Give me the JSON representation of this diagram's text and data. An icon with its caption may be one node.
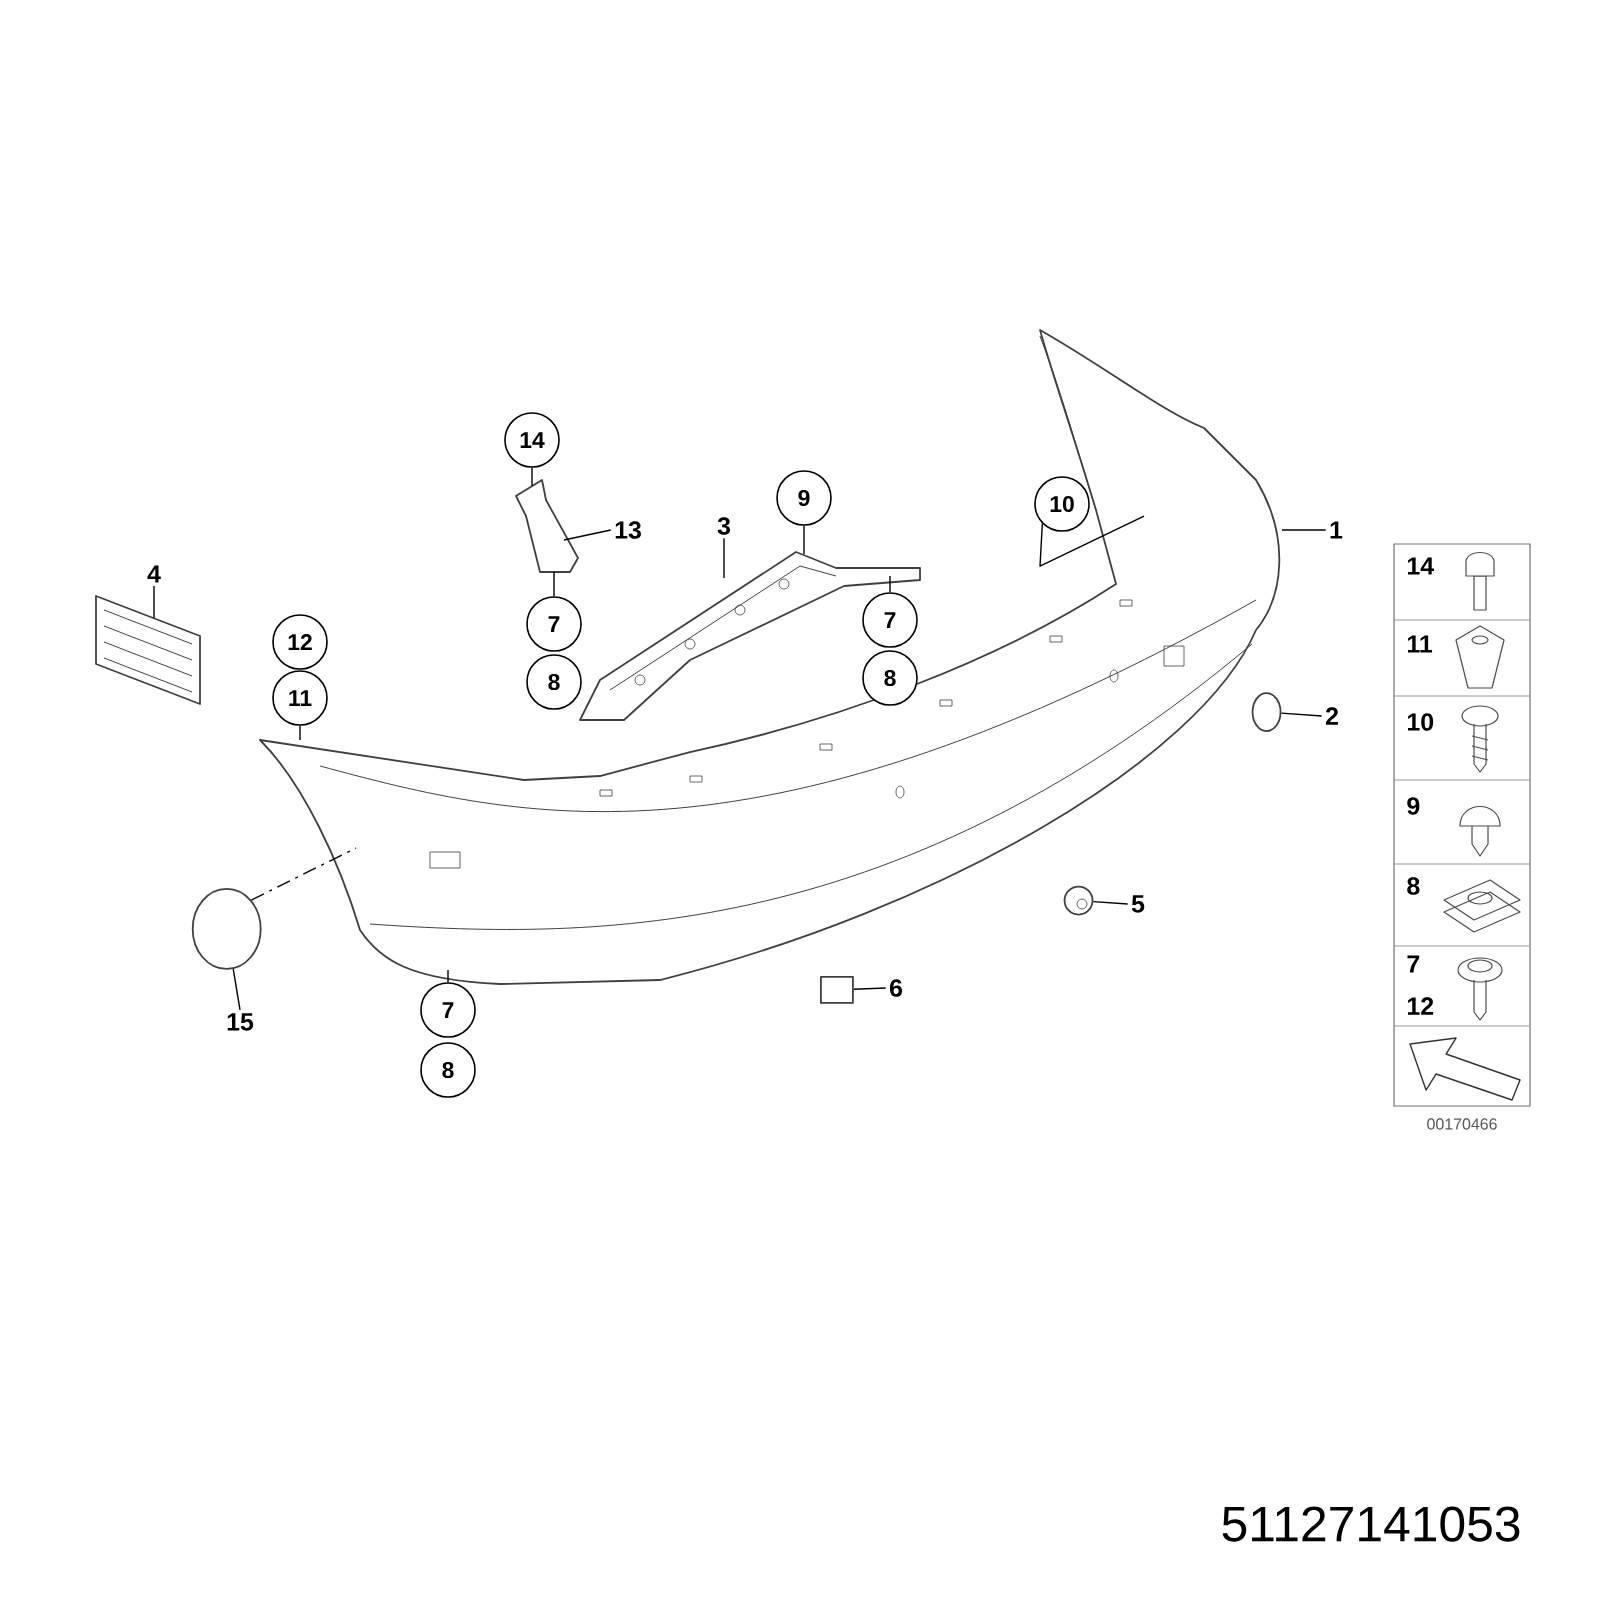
{
  "diagram": {
    "nodes": [
      {
        "text": [],
        "shape": "picture"
      },
      {
        "text": [],
        "shape": "picture"
      },
      {
        "text": [],
        "shape": "picture"
      },
      {
        "text": [],
        "shape": "picture"
      },
      {
        "text": [],
        "shape": "circle"
      },
      {
        "text": [],
        "shape": "picture"
      },
      {
        "text": [],
        "shape": "box"
      },
      {
        "text": [],
        "shape": "circle"
      },
      {
        "text": [
          "1"
        ]
      },
      {
        "text": [
          "2"
        ]
      },
      {
        "text": [
          "3"
        ]
      },
      {
        "text": [
          "4"
        ]
      },
      {
        "text": [
          "5"
        ]
      },
      {
        "text": [
          "6"
        ]
      },
      {
        "text": [
          "13"
        ]
      },
      {
        "text": [
          "15"
        ]
      },
      {
        "text": [
          "14"
        ]
      },
      {
        "text": [
          "7"
        ]
      },
      {
        "text": [
          "8"
        ]
      },
      {
        "text": [
          "12"
        ]
      },
      {
        "text": [
          "11"
        ]
      },
      {
        "text": [
          "9"
        ]
      },
      {
        "text": [
          "7"
        ]
      },
      {
        "text": [
          "8"
        ]
      },
      {
        "text": [
          "10"
        ]
      },
      {
        "text": [
          "7"
        ]
      },
      {
        "text": [
          "8"
        ]
      }
    ],
    "edges": [
      {
        "from": 8,
        "to": 0,
        "arrow": "none"
      },
      {
        "from": 9,
        "to": 4,
        "arrow": "none"
      },
      {
        "from": 10,
        "to": 3,
        "arrow": "none"
      },
      {
        "from": 11,
        "to": 1,
        "arrow": "none"
      },
      {
        "from": 12,
        "to": 5,
        "arrow": "none"
      },
      {
        "from": 13,
        "to": 6,
        "arrow": "none"
      },
      {
        "from": 14,
        "to": 2,
        "arrow": "none"
      },
      {
        "from": 15,
        "to": 7,
        "arrow": "none"
      },
      {
        "from": 16,
        "to": 2,
        "arrow": "none"
      },
      {
        "from": 17,
        "to": 2,
        "arrow": "none"
      },
      {
        "from": 20,
        "to": 0,
        "arrow": "none"
      },
      {
        "from": 21,
        "to": 3,
        "arrow": "none"
      },
      {
        "from": 22,
        "to": 3,
        "arrow": "none"
      },
      {
        "from": 24,
        "to": 0,
        "arrow": "none"
      },
      {
        "from": 25,
        "to": 0,
        "arrow": "none"
      },
      {
        "from": 7,
        "to": 0,
        "arrow": "none",
        "style": "dashed"
      }
    ],
    "labels": [
      "14",
      "11",
      "10",
      "9",
      "8",
      "7",
      "12",
      "00170466",
      "51127141053"
    ]
  }
}
